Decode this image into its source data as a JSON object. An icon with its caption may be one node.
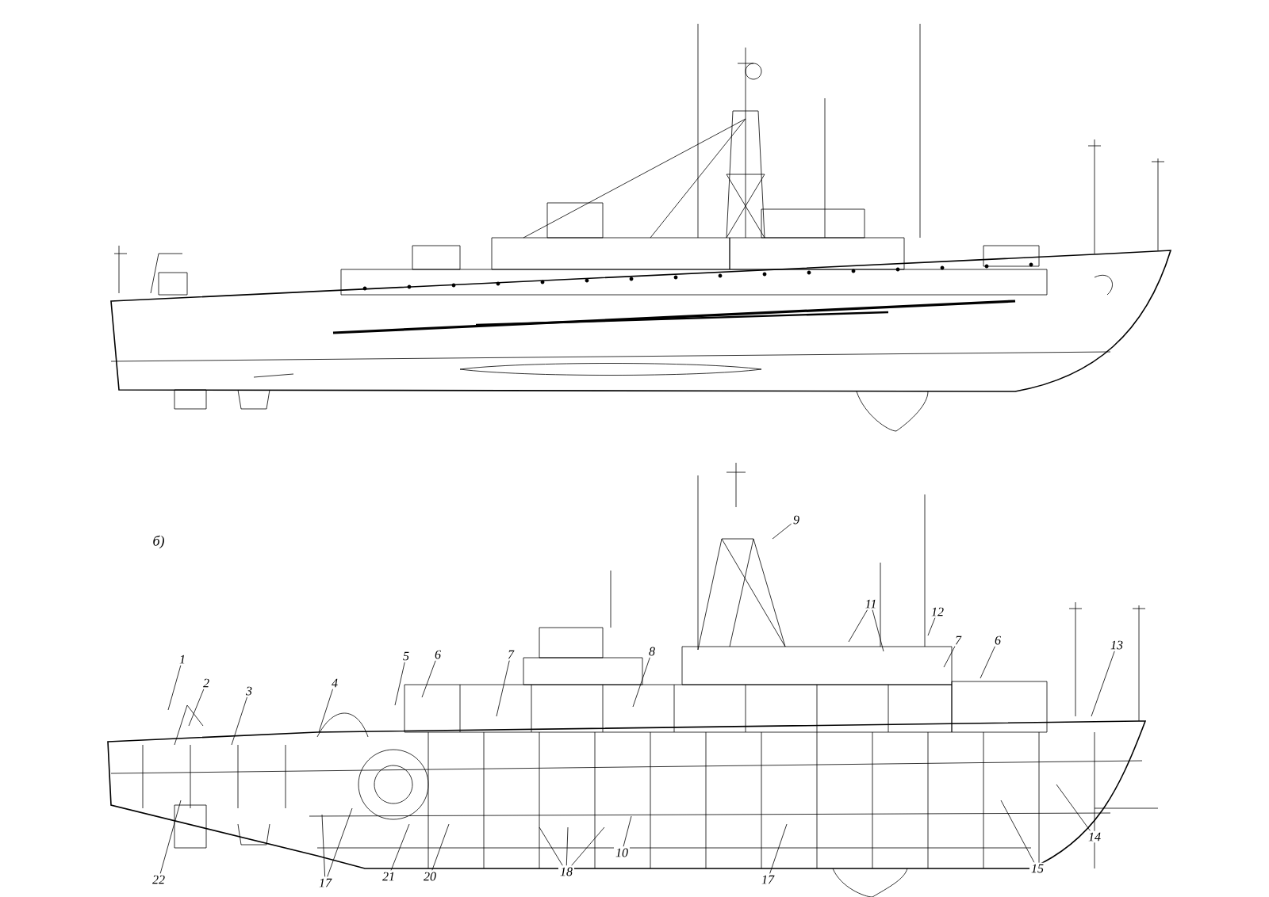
{
  "diagram": {
    "nodes": [
      {
        "text": [
          "1"
        ]
      },
      {
        "text": [
          "2"
        ]
      },
      {
        "text": [
          "3"
        ]
      },
      {
        "text": [
          "4"
        ]
      },
      {
        "text": [
          "5"
        ]
      },
      {
        "text": [
          "6"
        ]
      },
      {
        "text": [
          "7"
        ]
      },
      {
        "text": [
          "8"
        ]
      },
      {
        "text": [
          "9"
        ]
      },
      {
        "text": [
          "11"
        ]
      },
      {
        "text": [
          "12"
        ]
      },
      {
        "text": [
          "7"
        ]
      },
      {
        "text": [
          "6"
        ]
      },
      {
        "text": [
          "13"
        ]
      },
      {
        "text": [
          "14"
        ]
      },
      {
        "text": [
          "15"
        ]
      },
      {
        "text": [
          "22"
        ]
      },
      {
        "text": [
          "17"
        ]
      },
      {
        "text": [
          "21"
        ]
      },
      {
        "text": [
          "20"
        ]
      },
      {
        "text": [
          "18"
        ]
      },
      {
        "text": [
          "10"
        ]
      },
      {
        "text": [
          "17"
        ]
      }
    ],
    "edges": [
      {
        "from": 0,
        "to": null,
        "arrow": "none"
      },
      {
        "from": 1,
        "to": null,
        "arrow": "none"
      },
      {
        "from": 2,
        "to": null,
        "arrow": "none"
      },
      {
        "from": 3,
        "to": null,
        "arrow": "none"
      },
      {
        "from": 4,
        "to": null,
        "arrow": "none"
      },
      {
        "from": 5,
        "to": null,
        "arrow": "none"
      },
      {
        "from": 6,
        "to": null,
        "arrow": "none"
      },
      {
        "from": 7,
        "to": null,
        "arrow": "none"
      },
      {
        "from": 8,
        "to": null,
        "arrow": "none"
      },
      {
        "from": 9,
        "to": null,
        "arrow": "none"
      },
      {
        "from": 9,
        "to": null,
        "arrow": "none"
      },
      {
        "from": 10,
        "to": null,
        "arrow": "none"
      },
      {
        "from": 11,
        "to": null,
        "arrow": "none"
      },
      {
        "from": 12,
        "to": null,
        "arrow": "none"
      },
      {
        "from": 13,
        "to": null,
        "arrow": "none"
      },
      {
        "from": 14,
        "to": null,
        "arrow": "none"
      },
      {
        "from": 15,
        "to": null,
        "arrow": "none"
      },
      {
        "from": 16,
        "to": null,
        "arrow": "none"
      },
      {
        "from": 17,
        "to": null,
        "arrow": "none"
      },
      {
        "from": 17,
        "to": null,
        "arrow": "none"
      },
      {
        "from": 18,
        "to": null,
        "arrow": "none"
      },
      {
        "from": 19,
        "to": null,
        "arrow": "none"
      },
      {
        "from": 20,
        "to": null,
        "arrow": "none"
      },
      {
        "from": 20,
        "to": null,
        "arrow": "none"
      },
      {
        "from": 20,
        "to": null,
        "arrow": "none"
      },
      {
        "from": 21,
        "to": null,
        "arrow": "none"
      },
      {
        "from": 22,
        "to": null,
        "arrow": "none"
      }
    ],
    "labels": [
      "б)"
    ]
  }
}
